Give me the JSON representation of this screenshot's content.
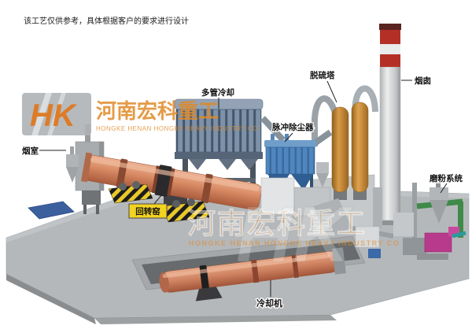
{
  "disclaimer": "该工艺仅供参考，具体根据客户的要求进行设计",
  "brand": {
    "monogram": "HK",
    "name_cn": "河南宏科重工",
    "name_en": "HONGKE HENAN HONGKE HEAVY INDUSTRY CO"
  },
  "watermark": {
    "name_cn": "河南宏科重工",
    "name_en": "HONGKE HENAN HONGKE HEAVY INDUSTRY CO"
  },
  "equipment_labels": {
    "smoke_chamber": "烟室",
    "rotary_kiln": "回转窑",
    "multi_tube_cooler": "多管冷却",
    "pulse_dust_collector": "脉冲除尘器",
    "desulfurization_tower": "脱硫塔",
    "chimney": "烟囱",
    "grinding_system": "磨粉系统",
    "cooling_machine": "冷却机"
  },
  "colors": {
    "kiln_salmon": "#d18a66",
    "ground_gray": "#b5b8ba",
    "collector_blue": "#4a7fb5",
    "tower_orange": "#c08a3e",
    "chimney_red": "#b43026",
    "hazard_yellow": "#e8c82a",
    "watermark_orange": "#e08a28",
    "label_tag_yellow": "#f2d320"
  }
}
